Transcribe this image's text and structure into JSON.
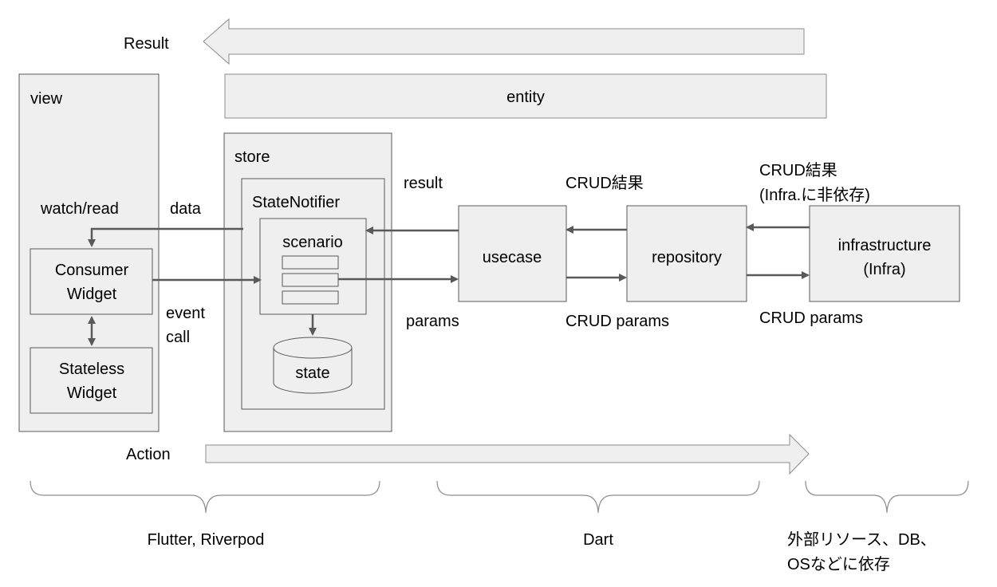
{
  "arrows": {
    "result": "Result",
    "action": "Action"
  },
  "entity": "entity",
  "view": {
    "title": "view",
    "consumer_line1": "Consumer",
    "consumer_line2": "Widget",
    "stateless_line1": "Stateless",
    "stateless_line2": "Widget"
  },
  "store": {
    "title": "store",
    "notifier": "StateNotifier",
    "scenario": "scenario",
    "state": "state"
  },
  "nodes": {
    "usecase": "usecase",
    "repository": "repository",
    "infra_line1": "infrastructure",
    "infra_line2": "(Infra)"
  },
  "labels": {
    "watch_read": "watch/read",
    "data": "data",
    "event_line1": "event",
    "event_line2": "call",
    "result": "result",
    "params": "params",
    "crud_result": "CRUD結果",
    "crud_params": "CRUD params",
    "crud_result_infra_line1": "CRUD結果",
    "crud_result_infra_line2": "(Infra.に非依存)",
    "crud_params_infra": "CRUD params"
  },
  "groups": {
    "flutter": "Flutter, Riverpod",
    "dart": "Dart",
    "external_line1": "外部リソース、DB、",
    "external_line2": "OSなどに依存"
  },
  "colors": {
    "box_fill": "#efefef",
    "box_stroke": "#595959",
    "arrow": "#595959",
    "brace": "#8c8c8c"
  }
}
